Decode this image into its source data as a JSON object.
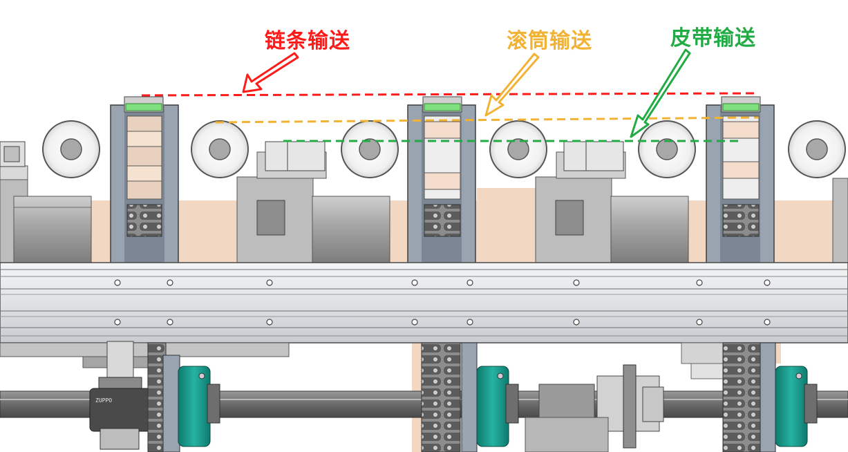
{
  "callouts": [
    {
      "id": "chain",
      "label": "链条输送",
      "color": "#ff1a1a"
    },
    {
      "id": "roller",
      "label": "滚筒输送",
      "color": "#f2b233"
    },
    {
      "id": "belt",
      "label": "皮带输送",
      "color": "#22aa44"
    }
  ],
  "part_stamp": "ZUPPO",
  "colors": {
    "frame_steel": "#9aa3b0",
    "conveyor_band": "#f2d7c2",
    "motor_gray": "#a9a9a9",
    "teal_bearing": "#1fa594",
    "green_clip": "#7ee07e",
    "roller_disc": "#f0f0f0"
  }
}
